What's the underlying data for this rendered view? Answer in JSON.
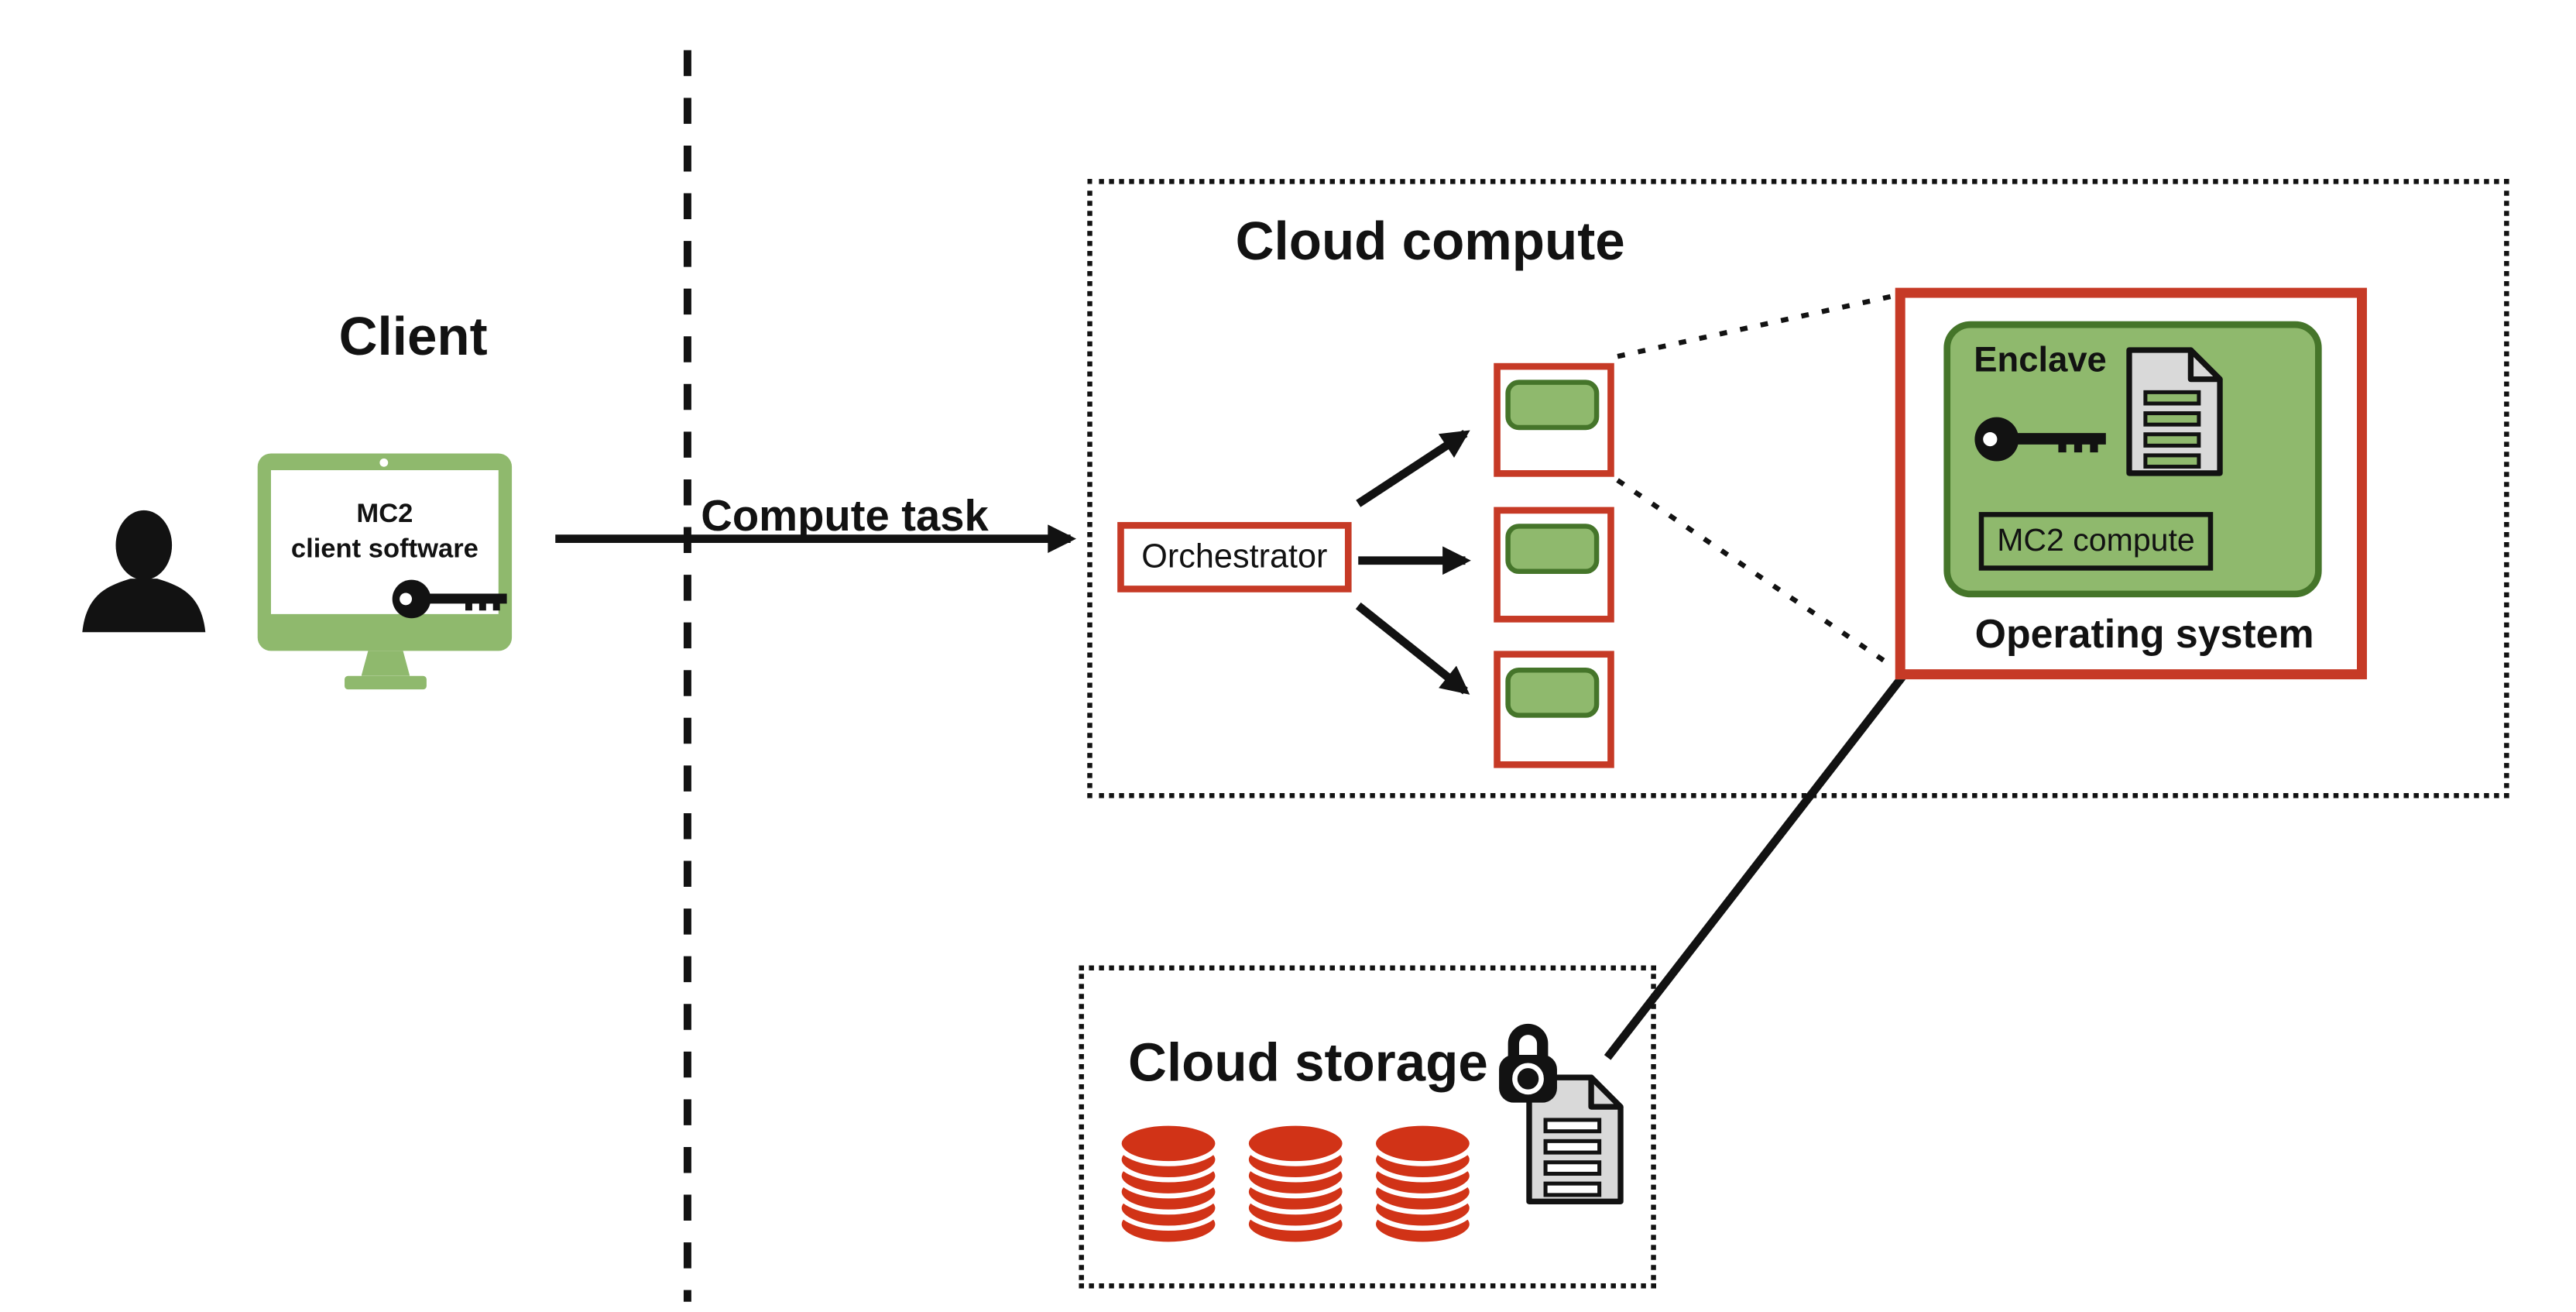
{
  "colors": {
    "green_fill": "#8fb96d",
    "green_border": "#45752a",
    "red": "#c63a26",
    "database_red": "#d13317",
    "document_grey": "#d9d9d9",
    "ink": "#121212",
    "background": "#ffffff"
  },
  "client": {
    "title": "Client",
    "user_icon": "person-silhouette",
    "monitor": {
      "line1": "MC2",
      "line2": "client software",
      "key_icon": "key"
    }
  },
  "flow": {
    "compute_task_label": "Compute task"
  },
  "cloud_compute": {
    "title": "Cloud compute",
    "orchestrator_label": "Orchestrator",
    "worker_node_count": 3
  },
  "enclave_detail": {
    "enclave_label": "Enclave",
    "key_icon": "key",
    "document_icon": "document",
    "compute_box_label": "MC2 compute",
    "os_label": "Operating system"
  },
  "cloud_storage": {
    "title": "Cloud storage",
    "lock_icon": "padlock",
    "document_icon": "document",
    "database_count": 3,
    "database_icon": "database-cylinder"
  }
}
